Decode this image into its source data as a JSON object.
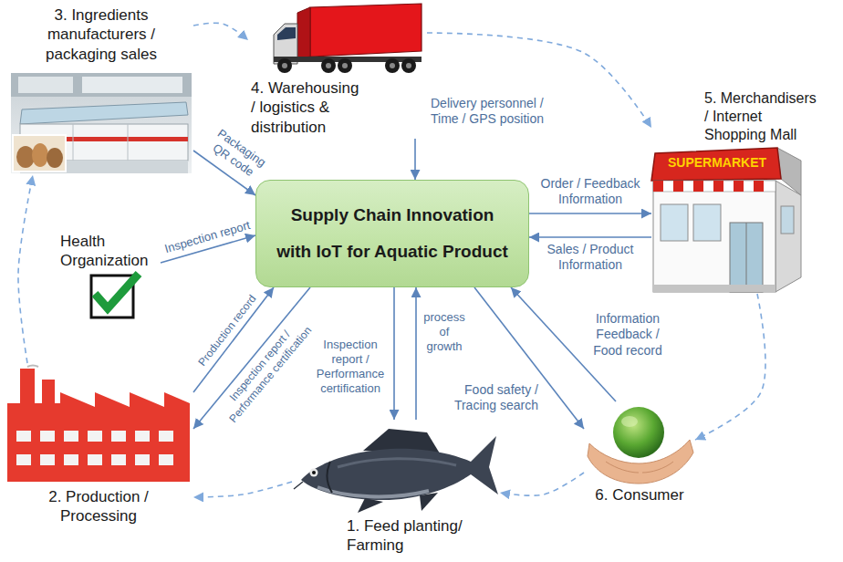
{
  "diagram": {
    "nodes": [
      {
        "text": [
          "3. Ingredients manufacturers / packaging sales"
        ]
      },
      {
        "text": [
          "4. Warehousing / logistics & distribution"
        ]
      },
      {
        "text": [
          "5. Merchandisers / Internet Shopping Mall",
          "SUPERMARKET"
        ]
      },
      {
        "text": [
          "Health Organization"
        ]
      },
      {
        "text": [
          "Supply Chain Innovation with IoT for Aquatic Product"
        ]
      },
      {
        "text": [
          "2. Production / Processing"
        ]
      },
      {
        "text": [
          "6. Consumer"
        ]
      },
      {
        "text": [
          "1. Feed planting/ Farming"
        ]
      }
    ],
    "edges": [
      {
        "from": 0,
        "to": 4,
        "label": "Packaging QR code",
        "arrow": "to"
      },
      {
        "from": 1,
        "to": 4,
        "label": "Delivery personnel / Time / GPS position",
        "arrow": "to"
      },
      {
        "from": 4,
        "to": 2,
        "label": "Order / Feedback Information",
        "arrow": "to"
      },
      {
        "from": 2,
        "to": 4,
        "label": "Sales / Product Information",
        "arrow": "to"
      },
      {
        "from": 3,
        "to": 4,
        "label": "Inspection report",
        "arrow": "to"
      },
      {
        "from": 5,
        "to": 4,
        "label": "Production record",
        "arrow": "to"
      },
      {
        "from": 4,
        "to": 5,
        "label": "Inspection report / Performance certification",
        "arrow": "to"
      },
      {
        "from": 4,
        "to": 7,
        "label": "Inspection report / Performance certification",
        "arrow": "to"
      },
      {
        "from": 7,
        "to": 4,
        "label": "process of growth",
        "arrow": "to"
      },
      {
        "from": 6,
        "to": 4,
        "label": "Information Feedback / Food record",
        "arrow": "to"
      },
      {
        "from": 4,
        "to": 6,
        "label": "Food safety / Tracing search",
        "arrow": "to"
      },
      {
        "from": 7,
        "to": 5,
        "arrow": "to"
      },
      {
        "from": 5,
        "to": 0,
        "arrow": "to"
      },
      {
        "from": 0,
        "to": 1,
        "arrow": "to"
      },
      {
        "from": 1,
        "to": 2,
        "arrow": "to"
      },
      {
        "from": 2,
        "to": 6,
        "arrow": "to"
      },
      {
        "from": 6,
        "to": 7,
        "arrow": "to"
      }
    ]
  }
}
